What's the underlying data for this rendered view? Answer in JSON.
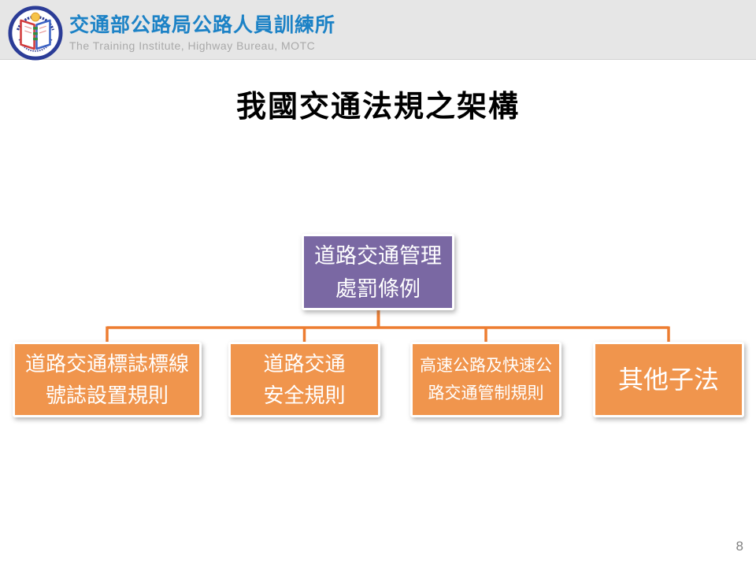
{
  "header": {
    "title": "交通部公路局公路人員訓練所",
    "subtitle": "The Training Institute, Highway Bureau, MOTC",
    "logo_icon": "motc-training-institute-emblem"
  },
  "slide": {
    "title": "我國交通法規之架構",
    "page_number": "8"
  },
  "diagram": {
    "type": "hierarchy",
    "root": {
      "lines": [
        "道路交通管理",
        "處罰條例"
      ],
      "fill": "#7A68A3"
    },
    "children": [
      {
        "lines": [
          "道路交通標誌標線",
          "號誌設置規則"
        ]
      },
      {
        "lines": [
          "道路交通",
          "安全規則"
        ]
      },
      {
        "lines": [
          "高速公路及快速公",
          "路交通管制規則"
        ]
      },
      {
        "lines": [
          "其他子法"
        ]
      }
    ],
    "child_fill": "#F0954D",
    "connector_color": "#ED7D31",
    "node_text_color": "#FFFFFF"
  },
  "colors": {
    "header_bg": "#E6E6E6",
    "header_title": "#1C82C6",
    "header_subtitle": "#A9A9A9",
    "page_number": "#808080"
  }
}
